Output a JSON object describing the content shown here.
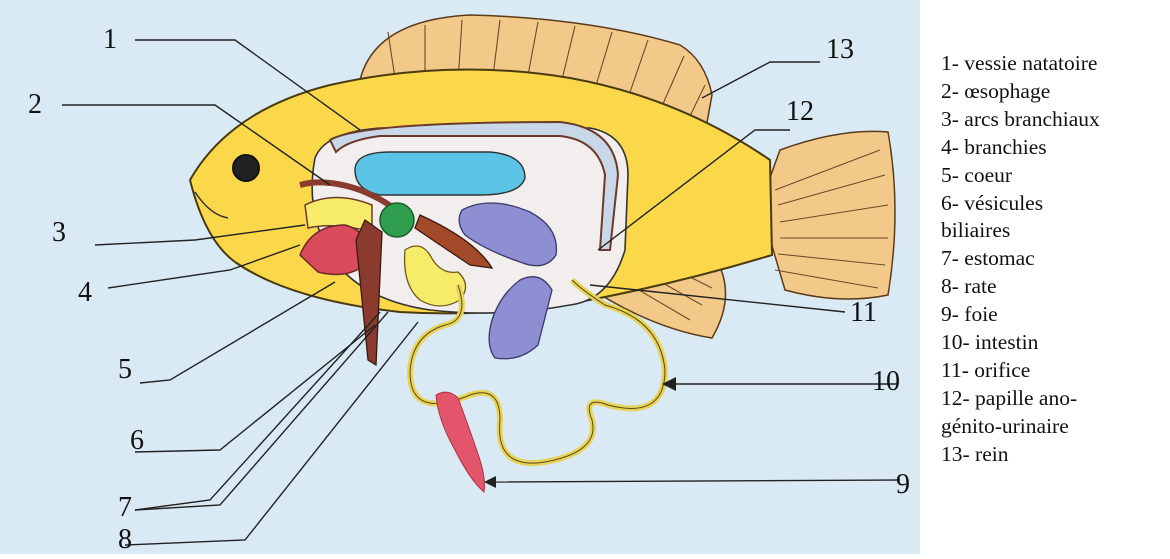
{
  "colors": {
    "background": "#d9eaf4",
    "body": "#fbd84a",
    "fins": "#f3c98a",
    "swim_bladder": "#5bc3e6",
    "kidney": "#c9d8e8",
    "spleen": "#8e8ed2",
    "heart": "#2f9e4f",
    "liver": "#e2556b",
    "intestine": "#f4e88b",
    "esophagus_gills": "#8b3a2e"
  },
  "callouts": [
    "1",
    "2",
    "3",
    "4",
    "5",
    "6",
    "7",
    "8",
    "9",
    "10",
    "11",
    "12",
    "13"
  ],
  "legend": [
    {
      "text": "1- vessie natatoire"
    },
    {
      "text": "2- œsophage"
    },
    {
      "text": "3- arcs branchiaux"
    },
    {
      "text": "4- branchies"
    },
    {
      "text": "5- coeur"
    },
    {
      "text": "6- vésicules",
      "cont": "biliaires"
    },
    {
      "text": "7- estomac"
    },
    {
      "text": "8- rate"
    },
    {
      "text": "9- foie"
    },
    {
      "text": "10- intestin"
    },
    {
      "text": "11- orifice"
    },
    {
      "text": "12- papille ano-",
      "cont": "génito-urinaire"
    },
    {
      "text": "13- rein"
    }
  ]
}
